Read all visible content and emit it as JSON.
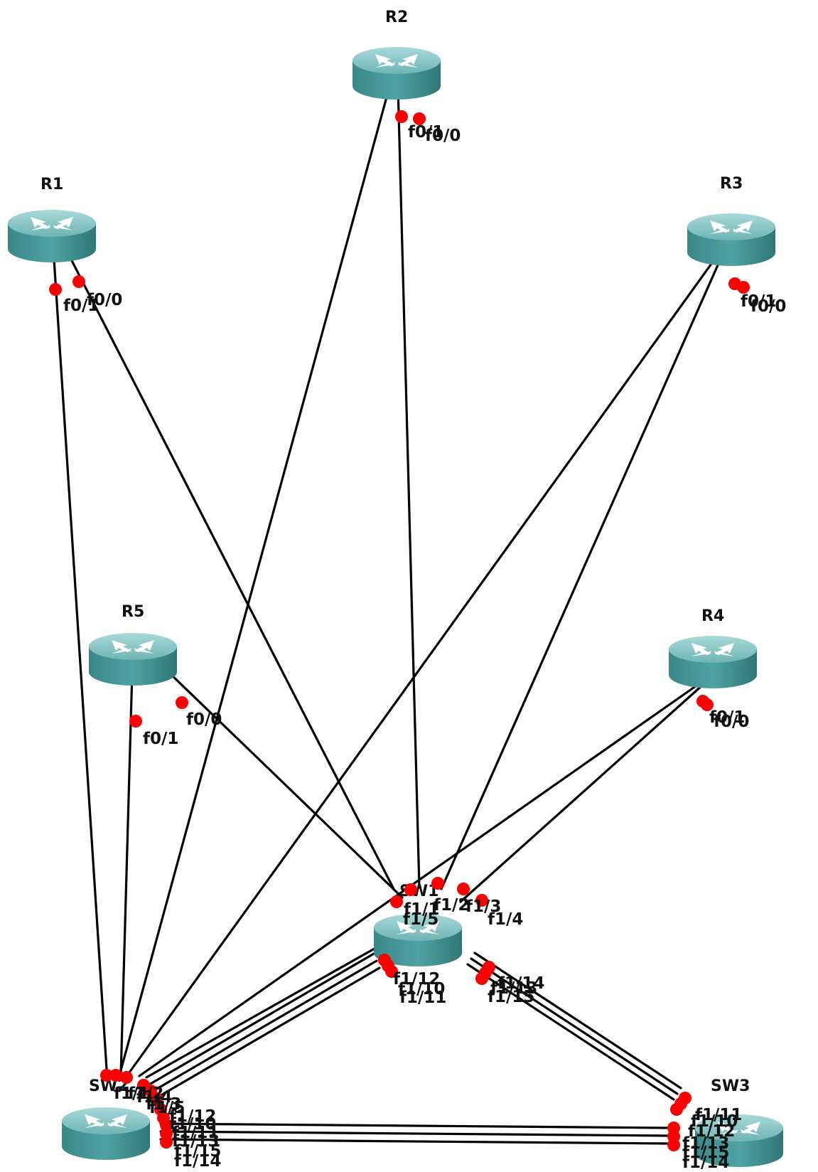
{
  "diagram": {
    "colors": {
      "router_body": "#3d8e8e",
      "router_top": "#8fc7c7",
      "router_bottom": "#2f7b7b",
      "link": "#000000",
      "port": "#ff0000"
    },
    "nodes": [
      {
        "id": "R1",
        "label": "R1",
        "icon": "router-icon"
      },
      {
        "id": "R2",
        "label": "R2",
        "icon": "router-icon"
      },
      {
        "id": "R3",
        "label": "R3",
        "icon": "router-icon"
      },
      {
        "id": "R4",
        "label": "R4",
        "icon": "router-icon"
      },
      {
        "id": "R5",
        "label": "R5",
        "icon": "router-icon"
      },
      {
        "id": "SW1",
        "label": "SW1",
        "icon": "switch-icon"
      },
      {
        "id": "SW2",
        "label": "SW2",
        "icon": "switch-icon"
      },
      {
        "id": "SW3",
        "label": "SW3",
        "icon": "switch-icon"
      }
    ],
    "links": [
      {
        "from": "R1",
        "from_port": "f0/1",
        "to": "SW2",
        "to_port": "f1/1"
      },
      {
        "from": "R1",
        "from_port": "f0/0",
        "to": "SW1",
        "to_port": "f1/1"
      },
      {
        "from": "R2",
        "from_port": "f0/1",
        "to": "SW2",
        "to_port": "f1/2"
      },
      {
        "from": "R2",
        "from_port": "f0/0",
        "to": "SW1",
        "to_port": "f1/2"
      },
      {
        "from": "R3",
        "from_port": "f0/1",
        "to": "SW2",
        "to_port": "f1/3"
      },
      {
        "from": "R3",
        "from_port": "f0/0",
        "to": "SW1",
        "to_port": "f1/3"
      },
      {
        "from": "R4",
        "from_port": "f0/1",
        "to": "SW2",
        "to_port": "f1/4"
      },
      {
        "from": "R4",
        "from_port": "f0/0",
        "to": "SW1",
        "to_port": "f1/4"
      },
      {
        "from": "R5",
        "from_port": "f0/1",
        "to": "SW2",
        "to_port": "f1/5"
      },
      {
        "from": "R5",
        "from_port": "f0/0",
        "to": "SW1",
        "to_port": "f1/5"
      },
      {
        "from": "SW1",
        "from_port": "f1/10",
        "to": "SW2",
        "to_port": "f1/10"
      },
      {
        "from": "SW1",
        "from_port": "f1/11",
        "to": "SW2",
        "to_port": "f1/11"
      },
      {
        "from": "SW1",
        "from_port": "f1/12",
        "to": "SW2",
        "to_port": "f1/12"
      },
      {
        "from": "SW1",
        "from_port": "f1/13",
        "to": "SW3",
        "to_port": "f1/13"
      },
      {
        "from": "SW1",
        "from_port": "f1/14",
        "to": "SW3",
        "to_port": "f1/14"
      },
      {
        "from": "SW1",
        "from_port": "f1/15",
        "to": "SW3",
        "to_port": "f1/15"
      },
      {
        "from": "SW2",
        "from_port": "f1/13",
        "to": "SW3",
        "to_port": "f1/10"
      },
      {
        "from": "SW2",
        "from_port": "f1/14",
        "to": "SW3",
        "to_port": "f1/11"
      },
      {
        "from": "SW2",
        "from_port": "f1/15",
        "to": "SW3",
        "to_port": "f1/12"
      }
    ],
    "port_labels": [
      "f0/1",
      "f0/0",
      "f0/1",
      "f0/0",
      "f0/1",
      "f0/0",
      "f0/1",
      "f0/0",
      "f0/1",
      "f0/0",
      "f1/1",
      "f1/2",
      "f1/3",
      "f1/4",
      "f1/5",
      "f1/10",
      "f1/11",
      "f1/12",
      "f1/13",
      "f1/14",
      "f1/15",
      "f1/1",
      "f1/2",
      "f1/3",
      "f1/4",
      "f1/5",
      "f1/10",
      "f1/11",
      "f1/12",
      "f1/13",
      "f1/14",
      "f1/15",
      "f1/10",
      "f1/11",
      "f1/12",
      "f1/13",
      "f1/14",
      "f1/15"
    ]
  }
}
